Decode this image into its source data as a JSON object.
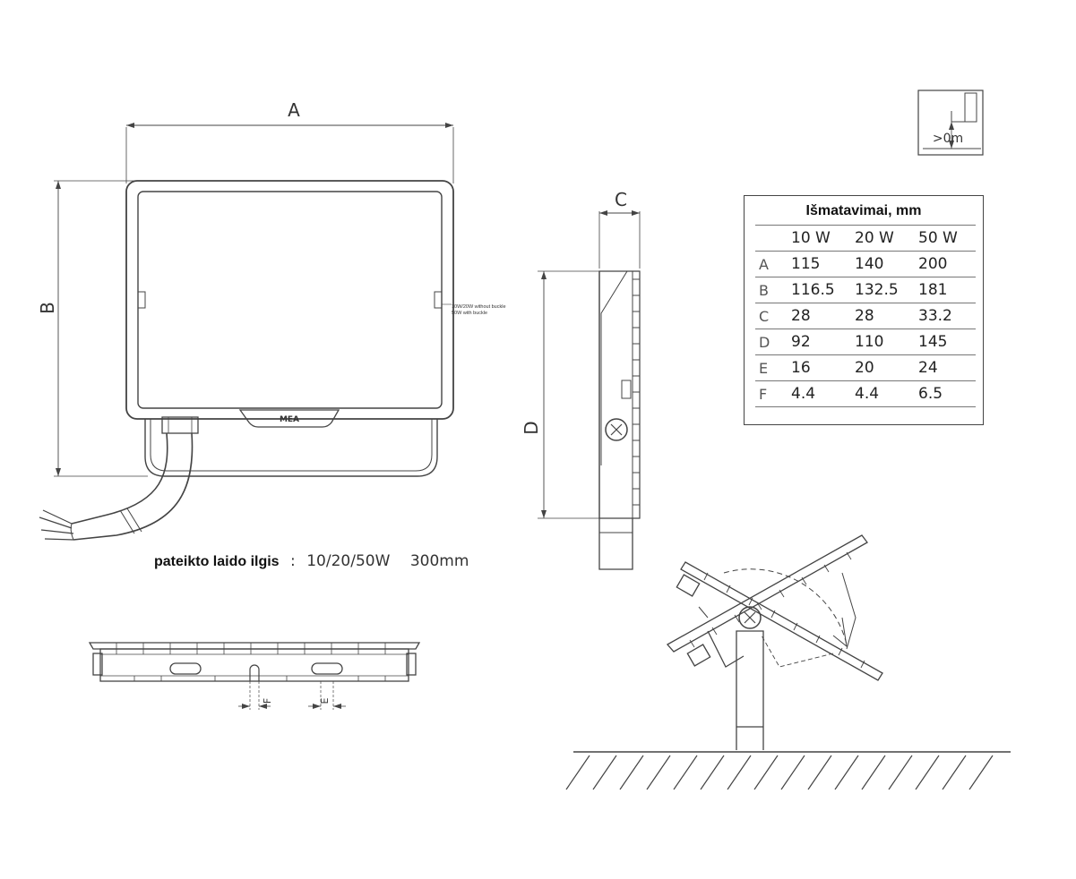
{
  "dimensions": {
    "a": "A",
    "b": "B",
    "c": "C",
    "d": "D",
    "e": "E",
    "f": "F"
  },
  "buckle_note": {
    "line1": "10W/20W without buckle",
    "line2": "50W with buckle"
  },
  "cable": {
    "label": "pateikto laido ilgis",
    "separator": ":",
    "watts": "10/20/50W",
    "length": "300mm"
  },
  "height_icon": {
    "label": ">0m"
  },
  "table": {
    "title": "Išmatavimai, mm",
    "columns": [
      "10 W",
      "20 W",
      "50 W"
    ],
    "rows": [
      {
        "label": "A",
        "values": [
          "115",
          "140",
          "200"
        ]
      },
      {
        "label": "B",
        "values": [
          "116.5",
          "132.5",
          "181"
        ]
      },
      {
        "label": "C",
        "values": [
          "28",
          "28",
          "33.2"
        ]
      },
      {
        "label": "D",
        "values": [
          "92",
          "110",
          "145"
        ]
      },
      {
        "label": "E",
        "values": [
          "16",
          "20",
          "24"
        ]
      },
      {
        "label": "F",
        "values": [
          "4.4",
          "4.4",
          "6.5"
        ]
      }
    ]
  },
  "logo_text": "MEA"
}
